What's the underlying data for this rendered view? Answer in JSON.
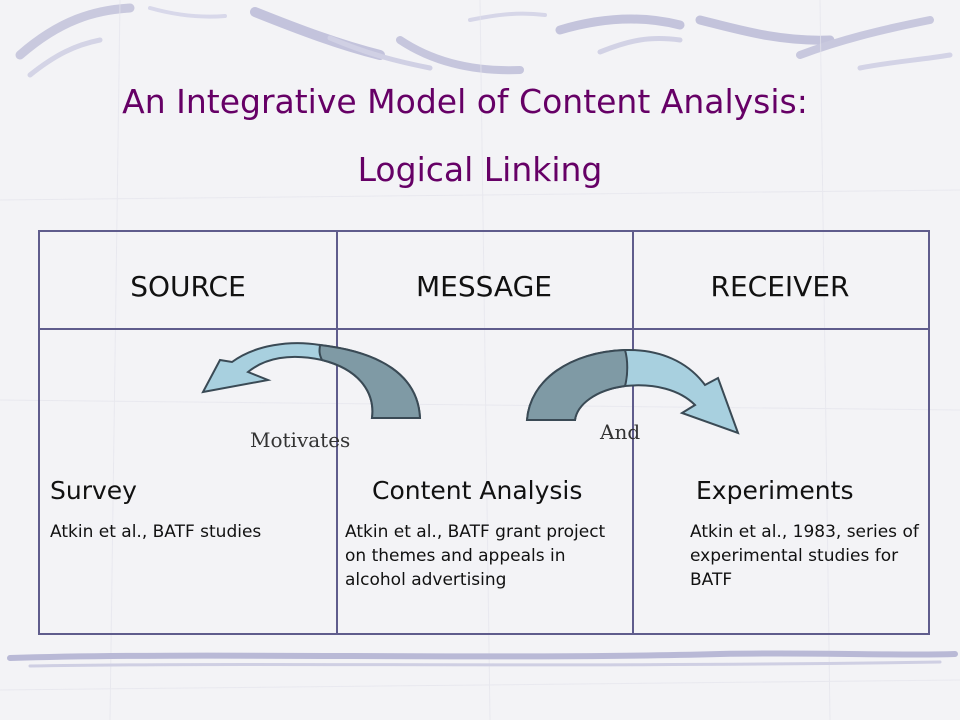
{
  "slide": {
    "title_line1": "An Integrative Model of Content Analysis:",
    "title_line2": "Logical Linking",
    "headers": [
      "SOURCE",
      "MESSAGE",
      "RECEIVER"
    ],
    "columns": [
      {
        "title": "Survey",
        "body": "Atkin et al., BATF studies"
      },
      {
        "title": "Content Analysis",
        "body": "Atkin et al., BATF grant project on themes and appeals in alcohol advertising"
      },
      {
        "title": "Experiments",
        "body": "Atkin et al., 1983, series of experimental studies for BATF"
      }
    ],
    "arrow_labels": {
      "left": "Motivates",
      "right": "And"
    }
  },
  "colors": {
    "title": "#660066",
    "grid": "#5f5c8c",
    "arrow_dark": "#7f9aa5",
    "arrow_light": "#a8d0df"
  }
}
